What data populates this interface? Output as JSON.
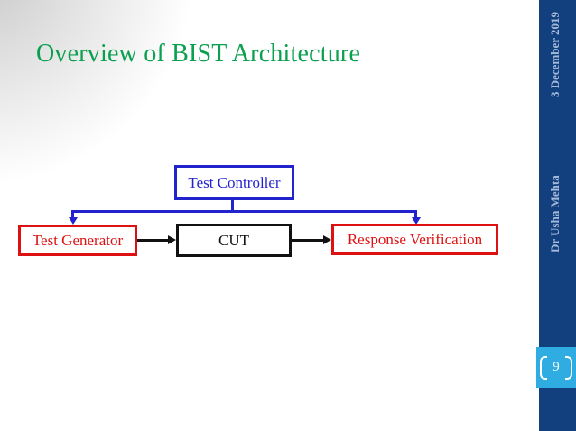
{
  "slide": {
    "title": "Overview of BIST Architecture"
  },
  "sidebar": {
    "date": "3 December 2019",
    "author": "Dr Usha Mehta",
    "page_number": "9"
  },
  "diagram": {
    "nodes": [
      {
        "id": "test-controller",
        "label": "Test Controller",
        "color": "#2323ce"
      },
      {
        "id": "test-generator",
        "label": "Test Generator",
        "color": "#dd1111"
      },
      {
        "id": "cut",
        "label": "CUT",
        "color": "#111111"
      },
      {
        "id": "response-verification",
        "label": "Response Verification",
        "color": "#dd1111"
      }
    ],
    "edges": [
      {
        "from": "test-controller",
        "to": "test-generator",
        "color": "#2323ce"
      },
      {
        "from": "test-controller",
        "to": "response-verification",
        "color": "#2323ce"
      },
      {
        "from": "test-generator",
        "to": "cut",
        "color": "#111111"
      },
      {
        "from": "cut",
        "to": "response-verification",
        "color": "#111111"
      }
    ]
  },
  "colors": {
    "title_green": "#0ba04f",
    "band_navy": "#123f7e",
    "page_box_blue": "#2face1",
    "sidebar_text": "#a6bbd9",
    "node_blue": "#2323ce",
    "node_red": "#dd1111",
    "node_black": "#111111"
  }
}
